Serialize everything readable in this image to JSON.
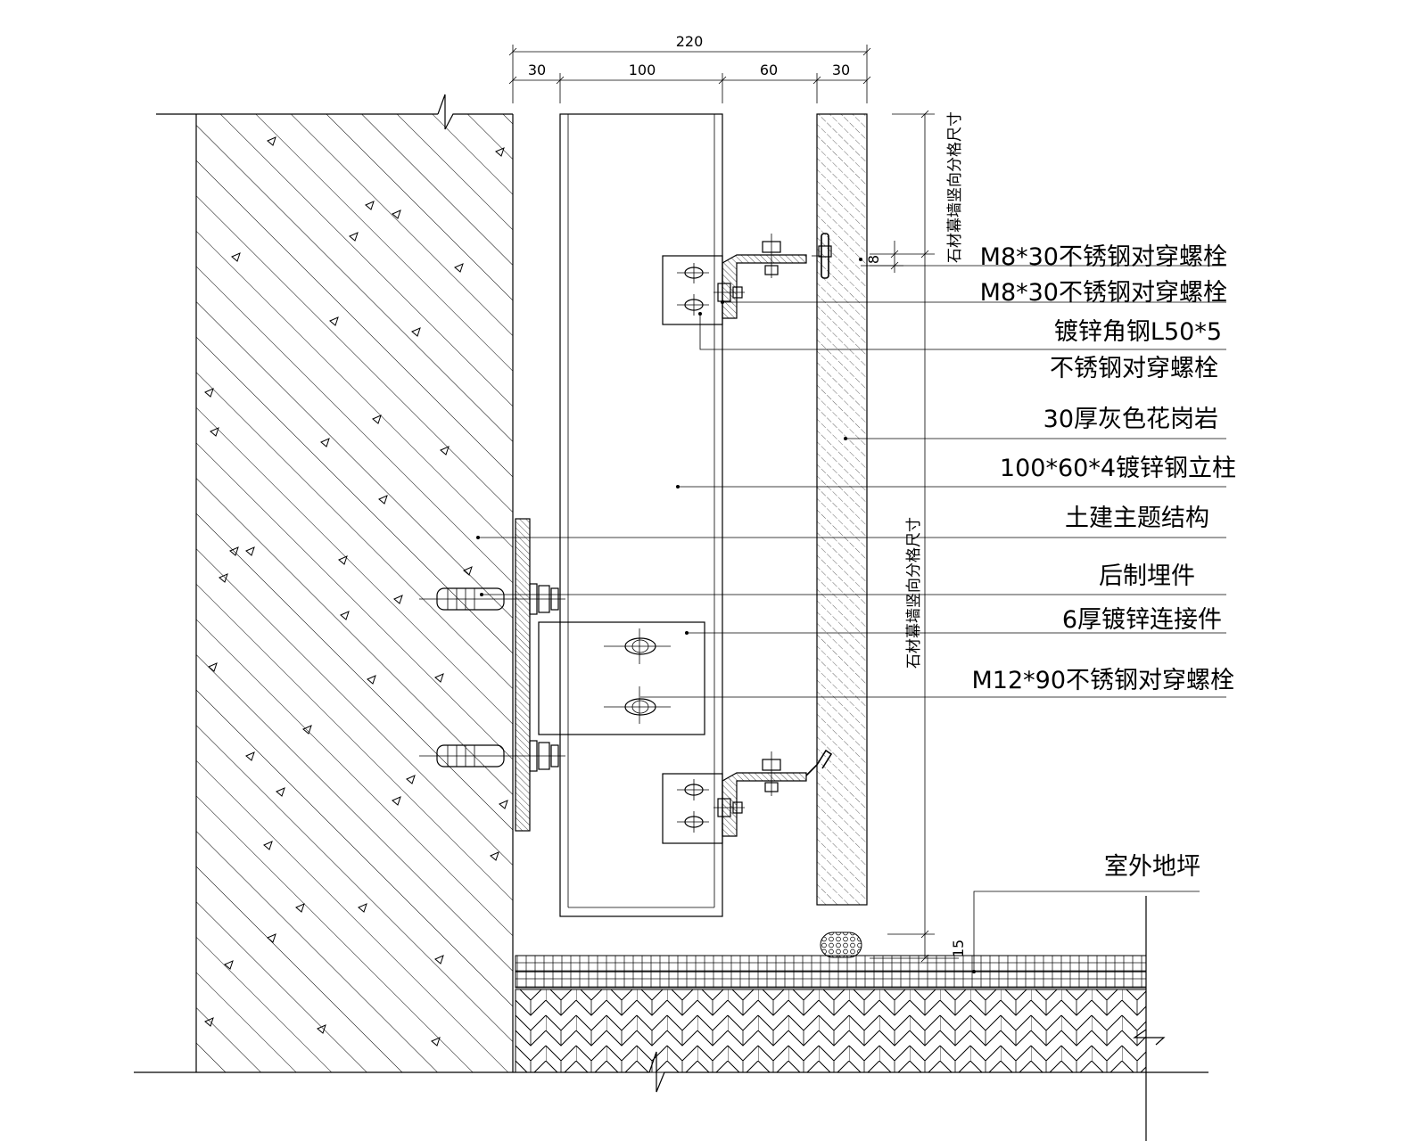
{
  "dimensions": {
    "total": "220",
    "segments": [
      "30",
      "100",
      "60",
      "30"
    ],
    "gap_upper": "8",
    "gap_lower": "15"
  },
  "vertical_notes": {
    "upper": "石材幕墙竖向分格尺寸",
    "lower": "石材幕墙竖向分格尺寸"
  },
  "labels": [
    "M8*30不锈钢对穿螺栓",
    "M8*30不锈钢对穿螺栓",
    "镀锌角钢L50*5",
    "不锈钢对穿螺栓",
    "30厚灰色花岗岩",
    "100*60*4镀锌钢立柱",
    "土建主题结构",
    "后制埋件",
    "6厚镀锌连接件",
    "M12*90不锈钢对穿螺栓",
    "室外地坪"
  ]
}
